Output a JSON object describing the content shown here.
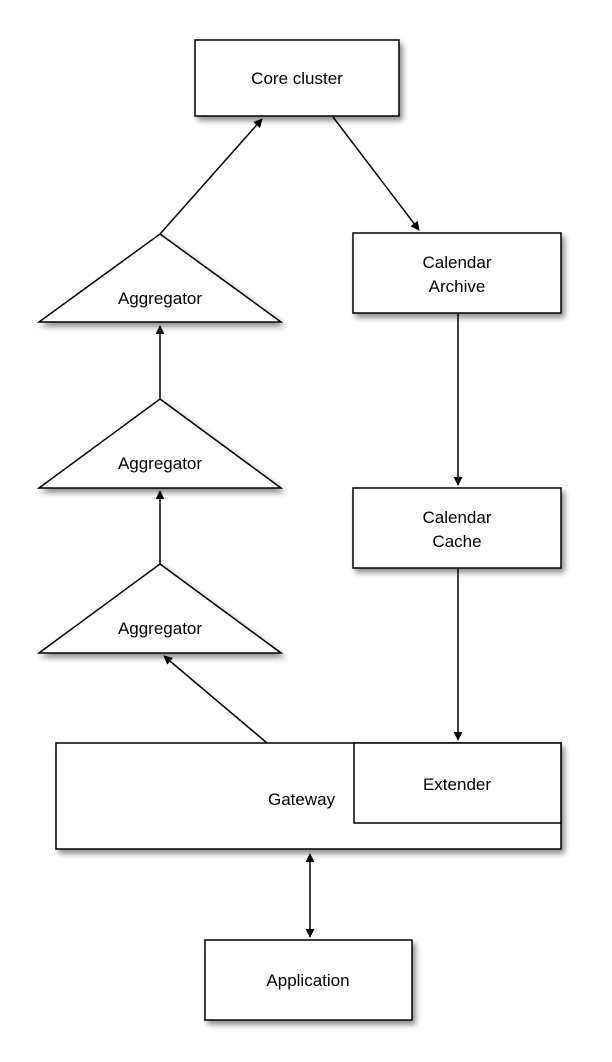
{
  "nodes": {
    "core_cluster": "Core cluster",
    "calendar_archive": [
      "Calendar",
      "Archive"
    ],
    "calendar_cache": [
      "Calendar",
      "Cache"
    ],
    "aggregator_top": "Aggregator",
    "aggregator_middle": "Aggregator",
    "aggregator_bottom": "Aggregator",
    "gateway": "Gateway",
    "extender": "Extender",
    "application": "Application"
  }
}
